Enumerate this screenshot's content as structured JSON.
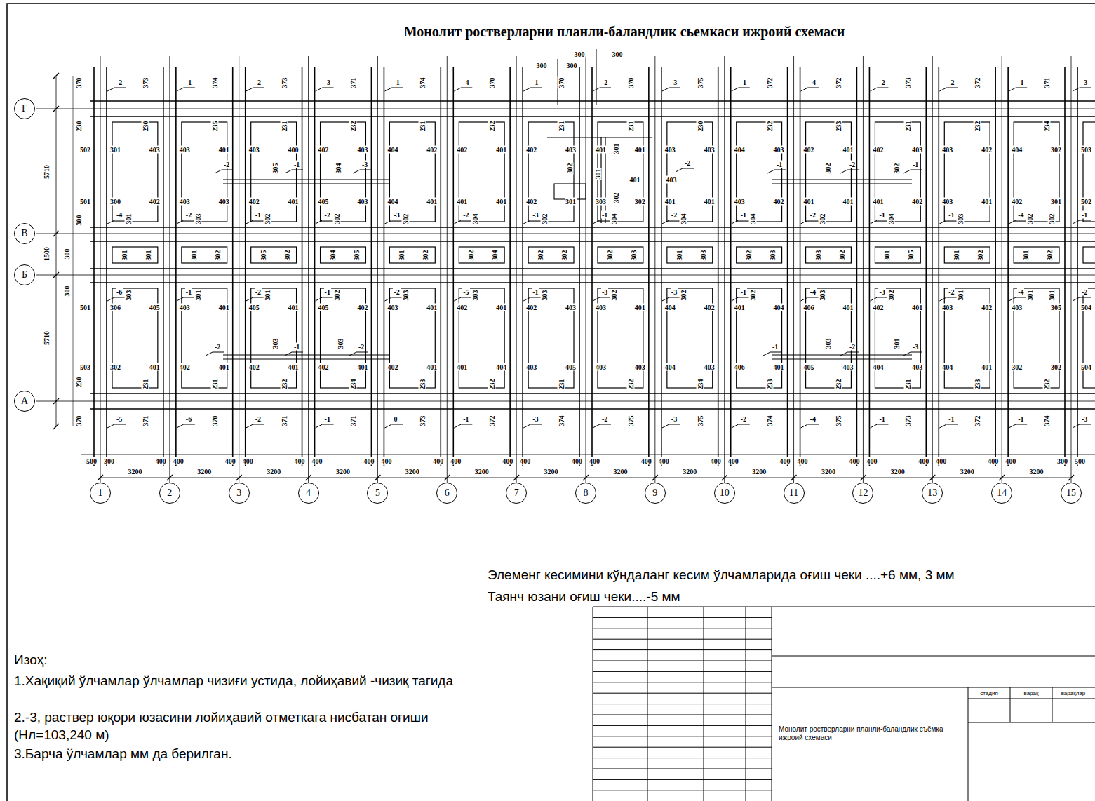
{
  "diagram": {
    "title": "Монолит ростверларни планли-баландлик сьемкаси ижроий схемаси",
    "nodes": [
      {
        "text": [
          "Г"
        ]
      },
      {
        "text": [
          "В"
        ]
      },
      {
        "text": [
          "Б"
        ]
      },
      {
        "text": [
          "А"
        ]
      },
      {
        "text": [
          "1"
        ]
      },
      {
        "text": [
          "2"
        ]
      },
      {
        "text": [
          "3"
        ]
      },
      {
        "text": [
          "4"
        ]
      },
      {
        "text": [
          "5"
        ]
      },
      {
        "text": [
          "6"
        ]
      },
      {
        "text": [
          "7"
        ]
      },
      {
        "text": [
          "8"
        ]
      },
      {
        "text": [
          "9"
        ]
      },
      {
        "text": [
          "10"
        ]
      },
      {
        "text": [
          "11"
        ]
      },
      {
        "text": [
          "12"
        ]
      },
      {
        "text": [
          "13"
        ]
      },
      {
        "text": [
          "14"
        ]
      },
      {
        "text": [
          "15"
        ]
      }
    ],
    "labels": [
      "373",
      "374",
      "373",
      "371",
      "374",
      "370",
      "370",
      "370",
      "375",
      "372",
      "372",
      "373",
      "372",
      "371",
      "-2",
      "-1",
      "-2",
      "-3",
      "-1",
      "-4",
      "-1",
      "-2",
      "-3",
      "-1",
      "-4",
      "-2",
      "-2",
      "-1",
      "-3",
      "230",
      "235",
      "231",
      "232",
      "231",
      "232",
      "231",
      "231",
      "230",
      "232",
      "233",
      "231",
      "232",
      "234",
      "502",
      "301",
      "403",
      "403",
      "401",
      "403",
      "400",
      "402",
      "403",
      "404",
      "402",
      "402",
      "401",
      "402",
      "403",
      "401",
      "401",
      "403",
      "403",
      "404",
      "403",
      "402",
      "401",
      "402",
      "403",
      "403",
      "402",
      "404",
      "302",
      "503",
      "501",
      "300",
      "402",
      "403",
      "403",
      "402",
      "401",
      "405",
      "403",
      "404",
      "401",
      "401",
      "401",
      "402",
      "301",
      "303",
      "302",
      "401",
      "401",
      "403",
      "402",
      "401",
      "401",
      "401",
      "402",
      "403",
      "401",
      "402",
      "301",
      "502",
      "-4",
      "-2",
      "-1",
      "-2",
      "-3",
      "-2",
      "-3",
      "-1",
      "-2",
      "-1",
      "-2",
      "-1",
      "-1",
      "-4",
      "-1",
      "301",
      "303",
      "302",
      "302",
      "302",
      "304",
      "302",
      "304",
      "304",
      "304",
      "302",
      "304",
      "303",
      "302",
      "302",
      "301",
      "301",
      "301",
      "302",
      "305",
      "302",
      "304",
      "305",
      "301",
      "302",
      "302",
      "304",
      "302",
      "302",
      "302",
      "303",
      "301",
      "303",
      "302",
      "303",
      "303",
      "302",
      "301",
      "305",
      "301",
      "302",
      "301",
      "302",
      "-6",
      "-1",
      "-2",
      "-1",
      "-2",
      "-5",
      "-1",
      "-3",
      "-3",
      "-1",
      "-4",
      "-3",
      "-2",
      "-4",
      "-2",
      "303",
      "301",
      "301",
      "302",
      "303",
      "303",
      "303",
      "302",
      "302",
      "302",
      "303",
      "302",
      "301",
      "301",
      "301",
      "501",
      "306",
      "405",
      "403",
      "401",
      "405",
      "401",
      "405",
      "402",
      "403",
      "401",
      "402",
      "401",
      "402",
      "403",
      "403",
      "401",
      "404",
      "402",
      "401",
      "404",
      "406",
      "401",
      "402",
      "401",
      "403",
      "402",
      "403",
      "305",
      "504",
      "503",
      "302",
      "401",
      "402",
      "401",
      "402",
      "401",
      "402",
      "401",
      "402",
      "401",
      "401",
      "404",
      "403",
      "405",
      "403",
      "403",
      "404",
      "403",
      "406",
      "401",
      "405",
      "403",
      "404",
      "403",
      "404",
      "401",
      "302",
      "302",
      "504",
      "231",
      "231",
      "232",
      "234",
      "233",
      "232",
      "231",
      "232",
      "234",
      "233",
      "232",
      "231",
      "233",
      "232",
      "371",
      "370",
      "371",
      "371",
      "373",
      "372",
      "374",
      "375",
      "375",
      "374",
      "375",
      "373",
      "372",
      "374",
      "-5",
      "-6",
      "-2",
      "-1",
      "0",
      "-1",
      "-3",
      "-2",
      "-3",
      "-2",
      "-4",
      "-1",
      "-1",
      "-1",
      "-3",
      "500",
      "300",
      "400",
      "400",
      "400",
      "400",
      "400",
      "400",
      "400",
      "400",
      "400",
      "400",
      "400",
      "400",
      "400",
      "400",
      "400",
      "400",
      "400",
      "400",
      "400",
      "400",
      "400",
      "400",
      "400",
      "400",
      "400",
      "400",
      "300",
      "500",
      "3200",
      "3200",
      "3200",
      "3200",
      "3200",
      "3200",
      "3200",
      "3200",
      "3200",
      "3200",
      "3200",
      "3200",
      "3200",
      "3200",
      "370",
      "230",
      "5710",
      "300",
      "1500",
      "300",
      "300",
      "5710",
      "230",
      "370",
      "300",
      "300",
      "300",
      "300",
      "-2",
      "305",
      "-1",
      "304",
      "-3",
      "302",
      "301",
      "-2",
      "401",
      "403",
      "301",
      "302",
      "-1",
      "302",
      "-2",
      "302",
      "-1",
      "-2",
      "303",
      "-1",
      "303",
      "-2",
      "-1",
      "303",
      "-2",
      "301",
      "-3",
      "Элеменг кесимини кўндаланг кесим ўлчамларида оғиш чеки ....+6 мм, 3 мм",
      "Таянч юзани оғиш чеки....-5 мм",
      "Изоҳ:",
      "1.Хақиқий ўлчамлар ўлчамлар чизиғи устида, лойиҳавий -чизиқ тагида",
      "2.-3, раствер юқори юзасини лойиҳавий отметкага нисбатан оғиши (Hл=103,240 м)",
      "3.Барча ўлчамлар мм да берилган.",
      "стадия",
      "варақ",
      "варақлар",
      "Монолит ростверларни планли-баландлик съёмка ижроий схемаси"
    ]
  }
}
